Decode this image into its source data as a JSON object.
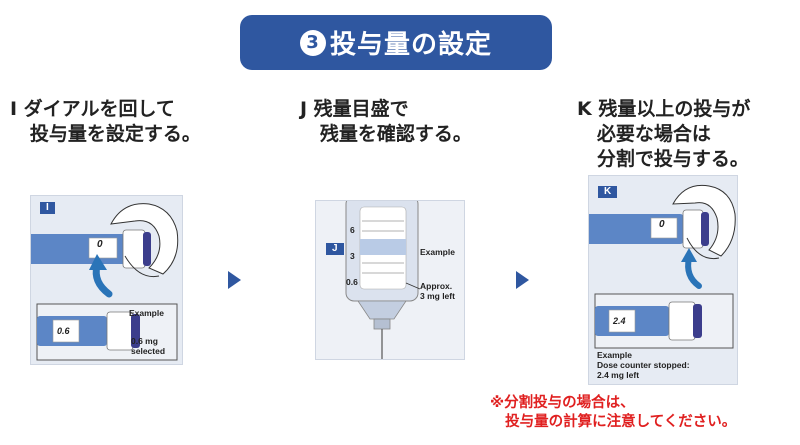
{
  "header": {
    "number": "3",
    "title": "投与量の設定"
  },
  "steps": [
    {
      "text": "I ダイアルを回して\n   投与量を設定する。"
    },
    {
      "text": "J 残量目盛で\n   残量を確認する。"
    },
    {
      "text": "K 残量以上の投与が\n   必要な場合は\n   分割で投与する。"
    }
  ],
  "panels": {
    "i": {
      "badge": "I",
      "dial_top": "0",
      "dial_bottom": "0.6",
      "example_label": "Example",
      "value_label": "0.6 mg\nselected"
    },
    "j": {
      "badge": "J",
      "scale": [
        "6",
        "3",
        "0.6"
      ],
      "example_label": "Example",
      "approx_label": "Approx.\n3 mg left"
    },
    "k": {
      "badge": "K",
      "dial_top": "0",
      "dial_bottom": "2.4",
      "label": "Example\nDose counter stopped:\n2.4 mg left"
    }
  },
  "note": "※分割投与の場合は、\n   投与量の計算に注意してください。",
  "colors": {
    "accent": "#2f57a0",
    "warning": "#e02020",
    "plunger": "#3b3d8c",
    "arrow_blue": "#2a74b8"
  }
}
